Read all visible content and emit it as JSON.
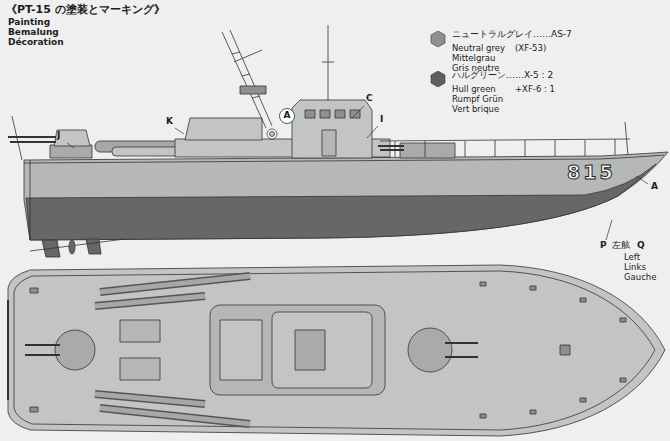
{
  "diagram": {
    "title": "《PT-15 の塗装とマーキング》",
    "labels": [
      "Painting",
      "Bemalung",
      "Décoration",
      "Neutral grey",
      "Mittelgrau",
      "Gris neutre",
      "(XF-53)",
      "Hull green",
      "Rumpf Grün",
      "Vert brique",
      "+XF-6 : 1",
      "C",
      "I",
      "K",
      "J",
      "A",
      "815",
      "A",
      "P",
      "左舷",
      "Q",
      "Left",
      "Links",
      "Gauche"
    ],
    "legend": [
      {
        "text": "ニュートラルグレイ……AS-7",
        "color": "#8e9092"
      },
      {
        "text": "ハルグリーン……X-5 : 2",
        "color": "#5f615c"
      }
    ]
  }
}
